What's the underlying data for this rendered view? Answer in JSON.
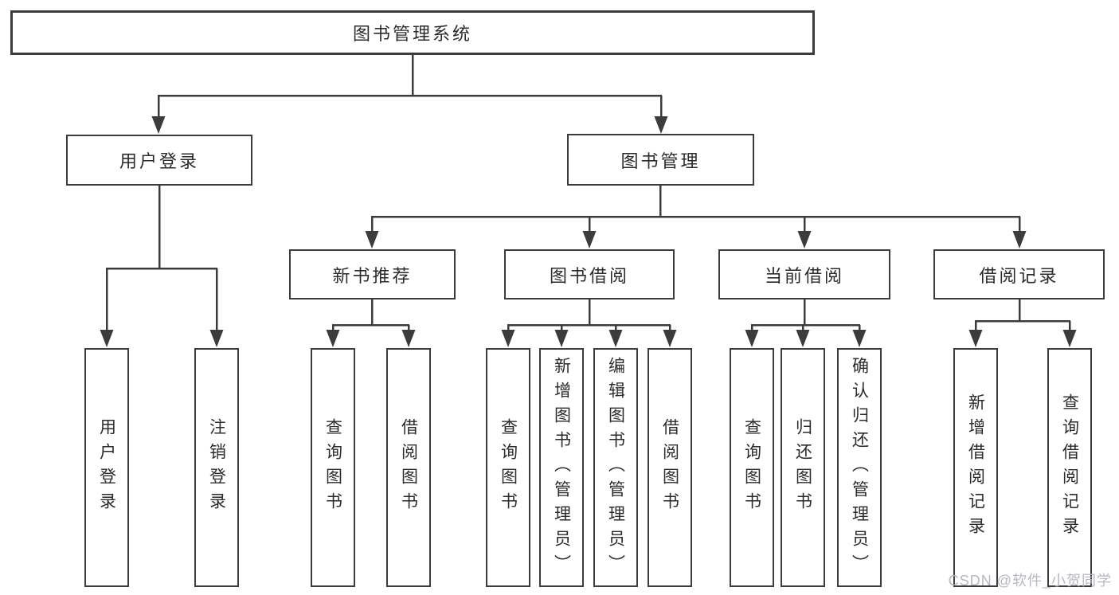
{
  "diagram": {
    "type": "tree",
    "title": "图书管理系统",
    "tree": {
      "root": {
        "label": "图书管理系统",
        "parent": null
      },
      "user_login": {
        "label": "用户登录",
        "parent": "root"
      },
      "book_management": {
        "label": "图书管理",
        "parent": "root"
      },
      "new_book_rec": {
        "label": "新书推荐",
        "parent": "book_management"
      },
      "book_borrowing": {
        "label": "图书借阅",
        "parent": "book_management"
      },
      "current_borrowing": {
        "label": "当前借阅",
        "parent": "book_management"
      },
      "borrowing_records": {
        "label": "借阅记录",
        "parent": "book_management"
      },
      "leaf_user_login": {
        "label": "用户登录",
        "parent": "user_login"
      },
      "leaf_logout": {
        "label": "注销登录",
        "parent": "user_login"
      },
      "leaf_nbr_query": {
        "label": "查询图书",
        "parent": "new_book_rec"
      },
      "leaf_nbr_borrow": {
        "label": "借阅图书",
        "parent": "new_book_rec"
      },
      "leaf_bb_query": {
        "label": "查询图书",
        "parent": "book_borrowing"
      },
      "leaf_bb_add": {
        "label": "新增图书（管理员）",
        "parent": "book_borrowing"
      },
      "leaf_bb_edit": {
        "label": "编辑图书（管理员）",
        "parent": "book_borrowing"
      },
      "leaf_bb_borrow": {
        "label": "借阅图书",
        "parent": "book_borrowing"
      },
      "leaf_cb_query": {
        "label": "查询图书",
        "parent": "current_borrowing"
      },
      "leaf_cb_return": {
        "label": "归还图书",
        "parent": "current_borrowing"
      },
      "leaf_cb_confirm": {
        "label": "确认归还（管理员）",
        "parent": "current_borrowing"
      },
      "leaf_br_add": {
        "label": "新增借阅记录",
        "parent": "borrowing_records"
      },
      "leaf_br_query": {
        "label": "查询借阅记录",
        "parent": "borrowing_records"
      }
    }
  },
  "watermark": {
    "text": "CSDN @软件_小贺同学"
  },
  "colors": {
    "line": "#3c3c3c",
    "text": "#2b2b2b",
    "background": "#ffffff",
    "watermark": "#b4b8bf"
  }
}
